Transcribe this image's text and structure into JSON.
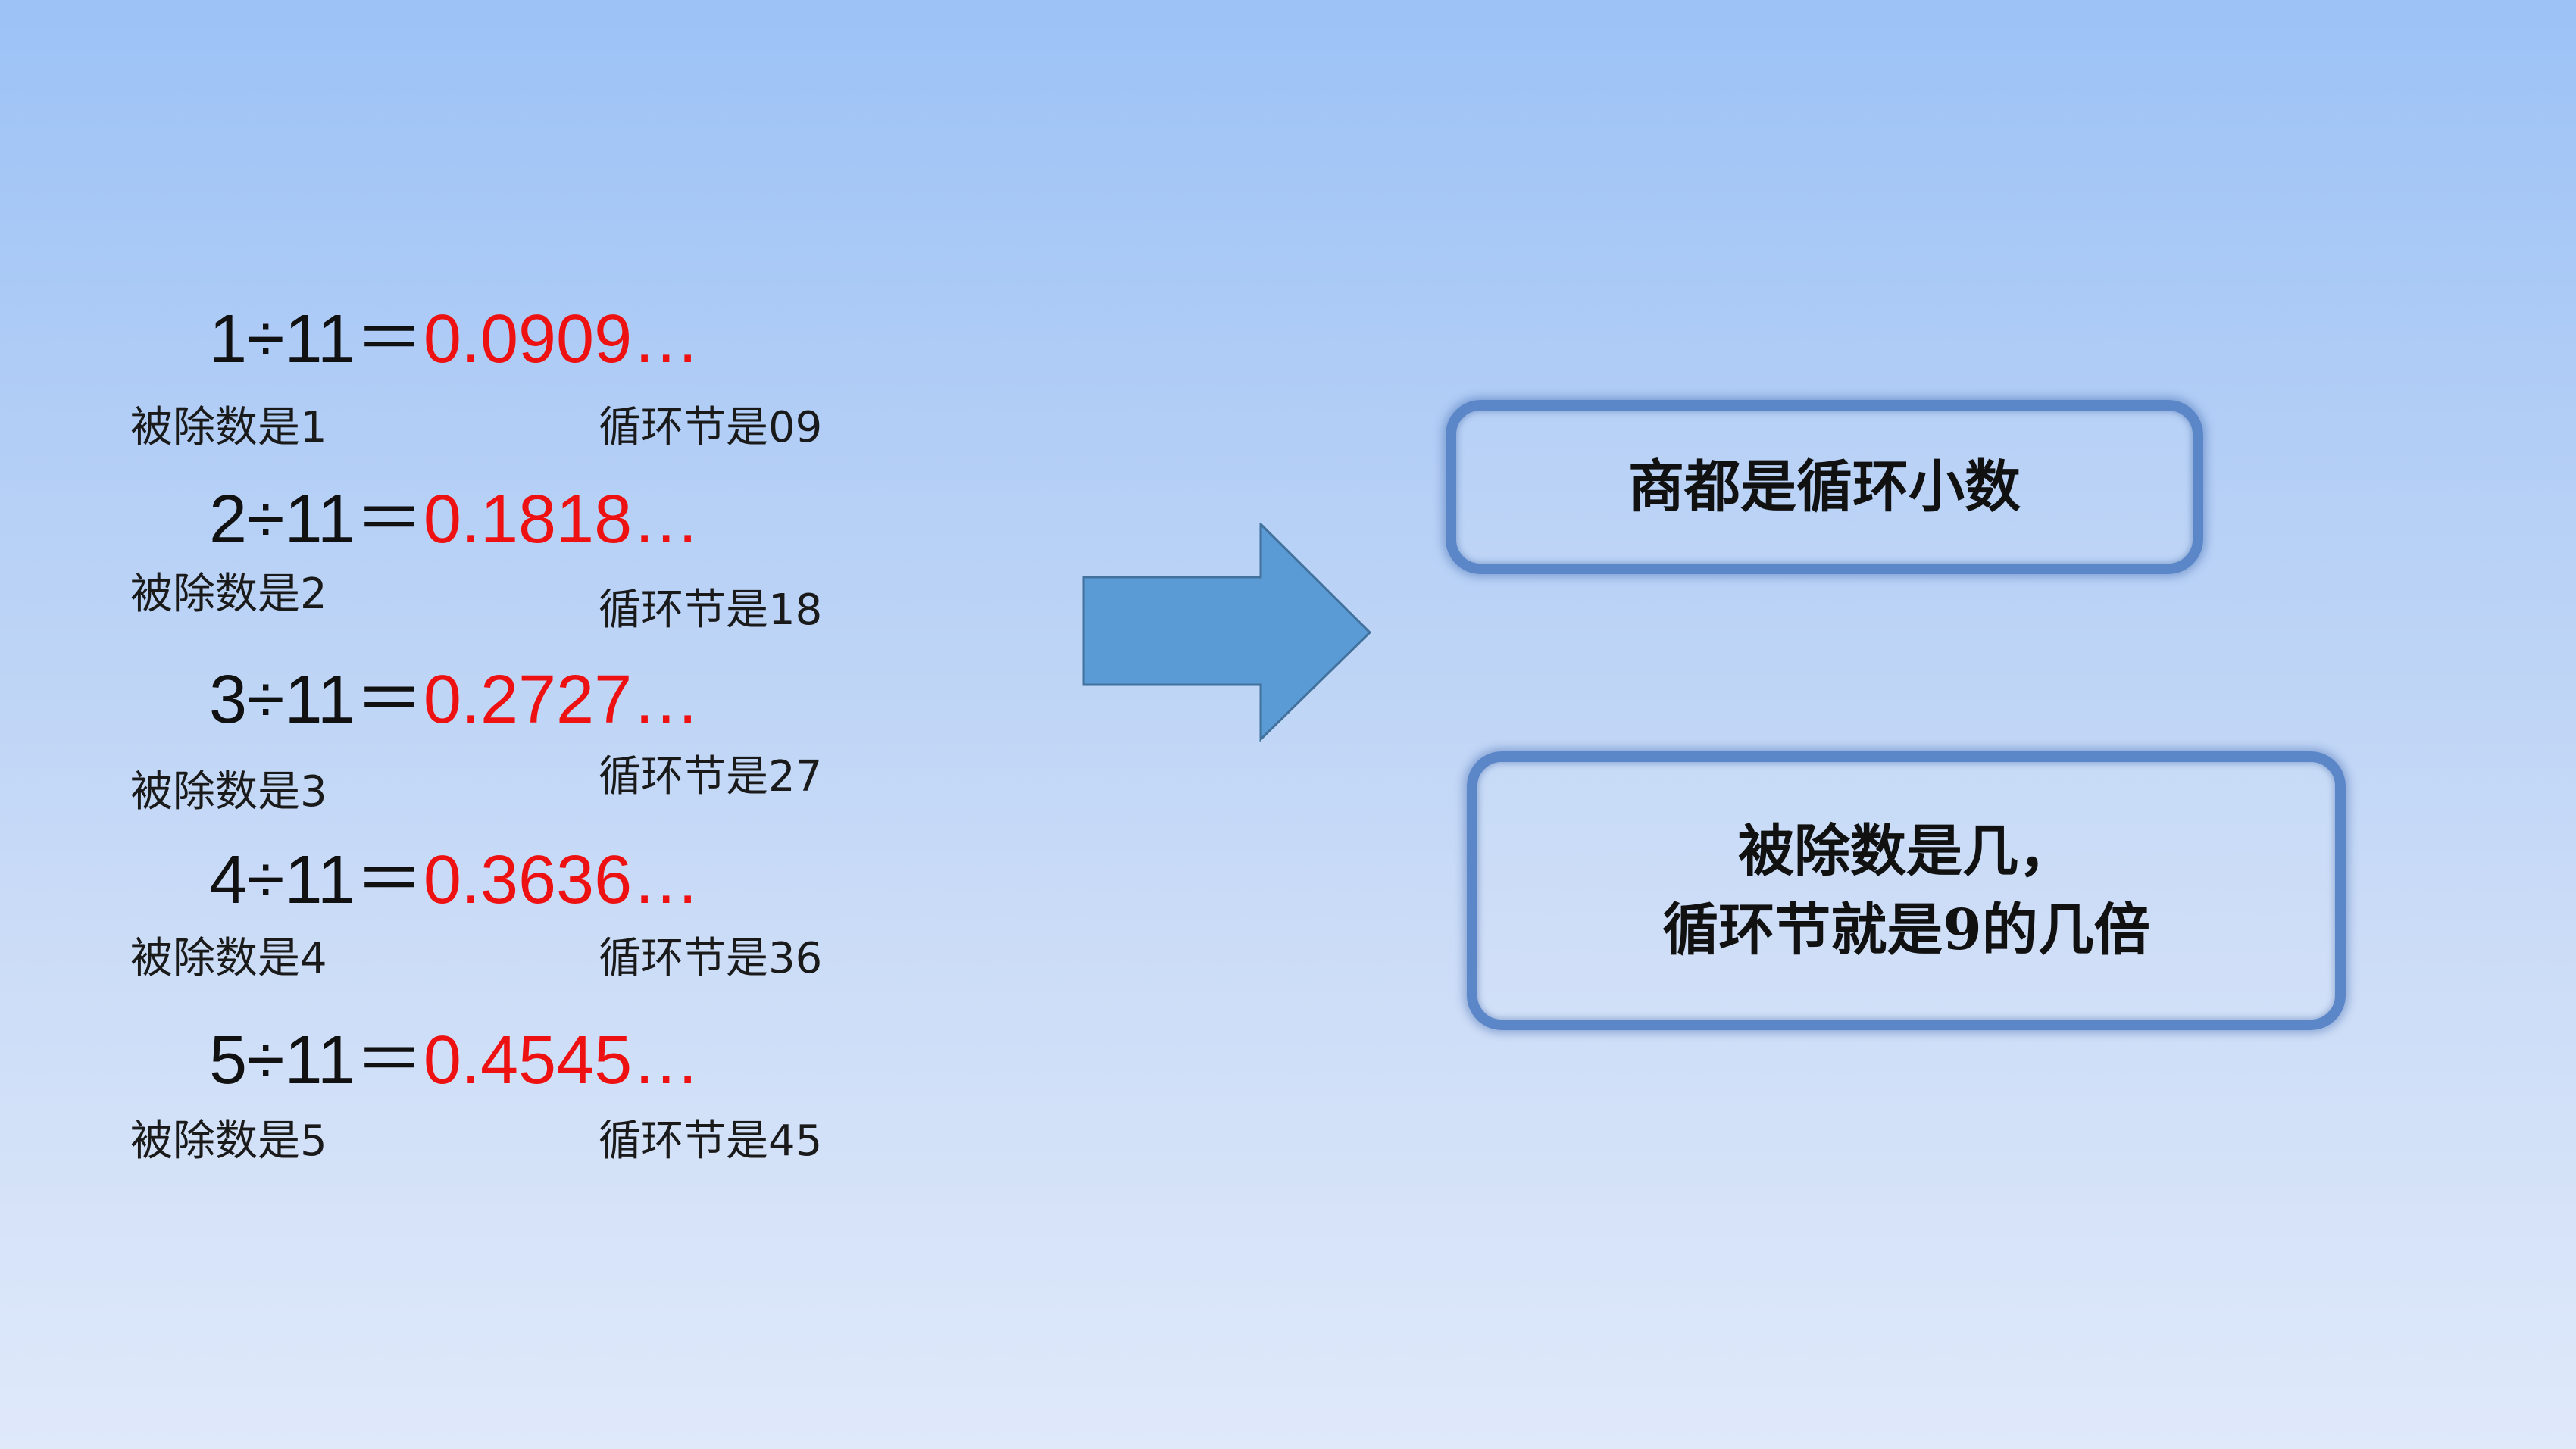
{
  "equations": [
    {
      "expr": "1÷11＝",
      "quotient": "0.0909…",
      "dividend_label": "被除数是1",
      "cycle_label": "循环节是09"
    },
    {
      "expr": "2÷11＝",
      "quotient": "0.1818…",
      "dividend_label": "被除数是2",
      "cycle_label": "循环节是18"
    },
    {
      "expr": "3÷11＝",
      "quotient": "0.2727…",
      "dividend_label": "被除数是3",
      "cycle_label": "循环节是27"
    },
    {
      "expr": "4÷11＝",
      "quotient": "0.3636…",
      "dividend_label": "被除数是4",
      "cycle_label": "循环节是36"
    },
    {
      "expr": "5÷11＝",
      "quotient": "0.4545…",
      "dividend_label": "被除数是5",
      "cycle_label": "循环节是45"
    }
  ],
  "conclusions": {
    "first": "商都是循环小数",
    "second_line1": "被除数是几，",
    "second_line2": "循环节就是9的几倍"
  },
  "icons": {
    "arrow": "right-arrow-icon"
  },
  "colors": {
    "quotient": "#ee1111",
    "arrow_fill": "#5b9bd5",
    "arrow_stroke": "#41719c",
    "box_border": "#5b86c8"
  }
}
